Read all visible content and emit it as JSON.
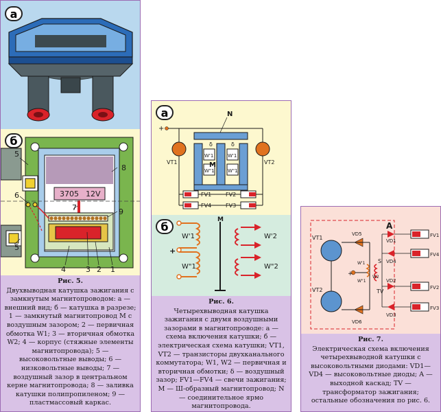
{
  "fig5": {
    "label_a": "а",
    "label_b": "б",
    "callouts": [
      "5",
      "6",
      "5",
      "8",
      "7",
      "9",
      "4",
      "3",
      "2",
      "1"
    ],
    "plate_code": "3705",
    "plate_voltage": "12V",
    "caption_title": "Рис. 5.",
    "caption_text": "Двухвыводная катушка зажигания с замкнутым магнитопроводом: а — внешний вид; б — катушка в разрезе; 1 — замкнутый магнитопровод M с воздушным зазором; 2 — первичная обмотка W1; 3 — вторичная обмотка W2; 4 — корпус (стяжные элементы магнитопровода); 5 — высоковольтные выводы; 6 — низковольтные выводы; 7 — воздушный зазор в центральном керне магнитопровода; 8 — заливка катушки полипропиленом; 9 — пластмассовый каркас."
  },
  "fig6": {
    "label_a": "а",
    "label_b": "б",
    "a_labels": {
      "plus": "+",
      "N": "N",
      "delta1": "δ",
      "delta2": "δ",
      "M": "M",
      "vt1": "VT1",
      "vt2": "VT2",
      "w1p_left": "W'1",
      "w1pp_left": "W\"1",
      "w1p_right": "W'1",
      "w1pp_right": "W\"1",
      "fv1": "FV1",
      "fv2": "FV2",
      "fv3": "FV3",
      "fv4": "FV4"
    },
    "b_labels": {
      "M": "M",
      "plus": "+",
      "w1p": "W'1",
      "w1pp": "W\"1",
      "w2p": "W'2",
      "w2pp": "W\"2"
    },
    "caption_title": "Рис. 6.",
    "caption_text": "Четырехвыводная катушка зажигания с двумя воздушными зазорами в магнитопроводе: а — схема включения катушки; б — электрическая схема катушки; VT1, VT2 — транзисторы двухканального коммутатора; W1, W2 — первичная и вторичная обмотки; δ — воздушный зазор; FV1—FV4 — свечи зажигания; M — Ш-образный магнитопровод; N — соединительное ярмо магнитопровода."
  },
  "fig7": {
    "label_A": "A",
    "labels": {
      "vt1": "VT1",
      "vt2": "VT2",
      "vd1": "VD1",
      "vd2": "VD2",
      "vd3": "VD3",
      "vd4": "VD4",
      "vd5": "VD5",
      "vd6": "VD6",
      "s": "S",
      "tv": "TV",
      "plus": "+",
      "w1p": "W'1",
      "w1pp": "W\"1",
      "w2": "W2",
      "fv1": "FV1",
      "fv2": "FV2",
      "fv3": "FV3",
      "fv4": "FV4"
    },
    "caption_title": "Рис. 7.",
    "caption_text": "Электрическая схема включения четырехвыводной катушки с высоковольтными диодами: VD1—VD4 — высоковольтные диоды; A — выходной каскад; TV — трансформатор зажигания; остальные обозначения по рис. 6."
  },
  "colors": {
    "steel_blue": "#6b9fd4",
    "light_blue": "#a9cdea",
    "cream": "#fdf8cf",
    "mint": "#d5ecdf",
    "caption_lavender": "#d9c2e6",
    "panel_pink": "#fbe0d8",
    "red": "#d9232a",
    "orange": "#e0721f"
  }
}
